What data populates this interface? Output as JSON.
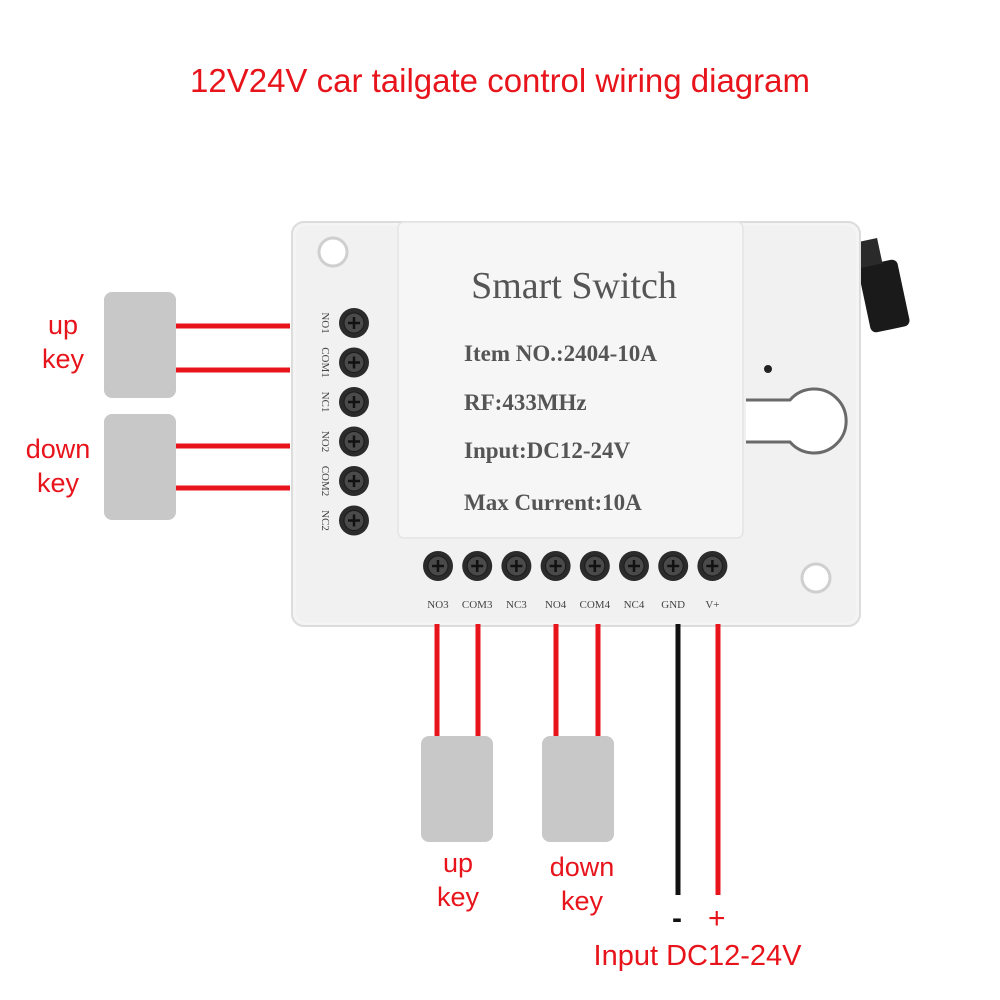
{
  "title": "12V24V car tailgate control wiring diagram",
  "device": {
    "name": "Smart Switch",
    "item_no": "Item NO.:2404-10A",
    "rf": "RF:433MHz",
    "input": "Input:DC12-24V",
    "max_current": "Max Current:10A"
  },
  "left_terminals": [
    "NO1",
    "COM1",
    "NC1",
    "NO2",
    "COM2",
    "NC2"
  ],
  "bottom_terminals": [
    "NO3",
    "COM3",
    "NC3",
    "NO4",
    "COM4",
    "NC4",
    "GND",
    "V+"
  ],
  "left_keys": [
    {
      "label": "up\nkey"
    },
    {
      "label": "down\nkey"
    }
  ],
  "bottom_keys": [
    {
      "label": "up\nkey"
    },
    {
      "label": "down\nkey"
    }
  ],
  "power": {
    "minus": "-",
    "plus": "+",
    "label": "Input DC12-24V"
  },
  "colors": {
    "wire_red": "#e8141b",
    "wire_black": "#111111",
    "key_gray": "#c8c8c8",
    "text_red": "#e8141b",
    "device_text": "#555555"
  }
}
